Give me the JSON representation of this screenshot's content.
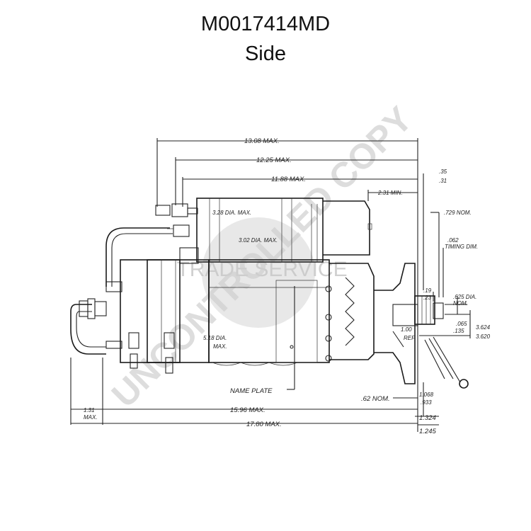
{
  "header": {
    "title": "M0017414MD",
    "subtitle": "Side"
  },
  "watermark": {
    "text": "UNCONTROLLED COPY",
    "logo_text": "TRADE SERVICE"
  },
  "dims": {
    "d1308": "13.08 MAX.",
    "d1225": "12.25 MAX.",
    "d1188": "11.88 MAX.",
    "d231": "2.31 MIN.",
    "d35": ".35",
    "d31": ".31",
    "d729": ".729 NOM.",
    "d062": ".062",
    "timing": "TIMING DIM.",
    "d328": "3.28 DIA. MAX.",
    "d302": "3.02 DIA. MAX.",
    "d518": "5.18 DIA.",
    "max": "MAX.",
    "d19": ".19",
    "d23": ".23",
    "d625": ".625 DIA.",
    "nom": "NOM.",
    "d065": ".065",
    "d135": ".135",
    "d3624": "3.624",
    "d3620": "3.620",
    "d100": "1.00",
    "ref": "REF.",
    "nameplate": "NAME PLATE",
    "d62": ".62 NOM.",
    "d1068": "1.068",
    "d933": ".933",
    "d131": "1.31",
    "d131max": "MAX.",
    "d1596": "15.96 MAX.",
    "d1324": "1.324",
    "d1780": "17.80 MAX.",
    "d1245": "1.245"
  }
}
